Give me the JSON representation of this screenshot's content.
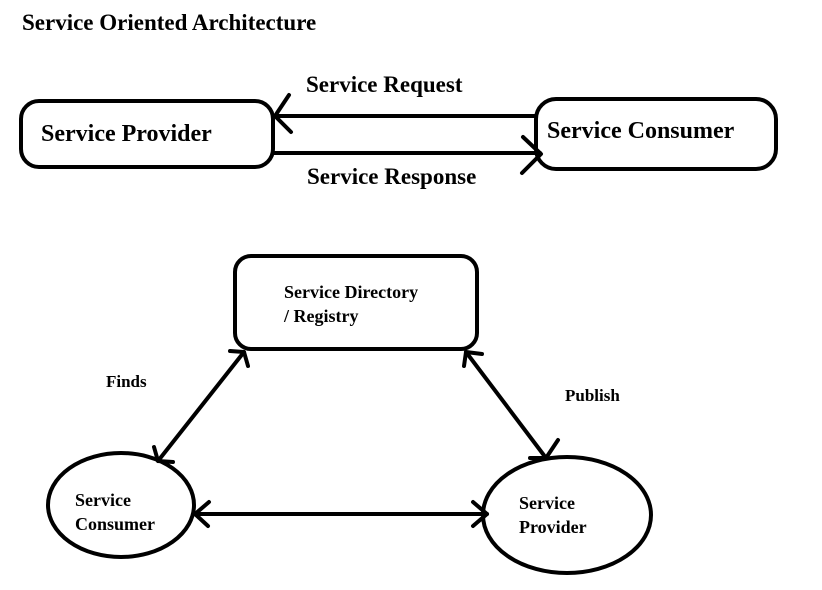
{
  "title": "Service Oriented Architecture",
  "top_diagram": {
    "provider_label": "Service Provider",
    "consumer_label": "Service Consumer",
    "request_label": "Service Request",
    "response_label": "Service Response"
  },
  "bottom_diagram": {
    "directory_line1": "Service Directory",
    "directory_line2": "/ Registry",
    "consumer_line1": "Service",
    "consumer_line2": "Consumer",
    "provider_line1": "Service",
    "provider_line2": "Provider",
    "finds_label": "Finds",
    "publish_label": "Publish"
  }
}
